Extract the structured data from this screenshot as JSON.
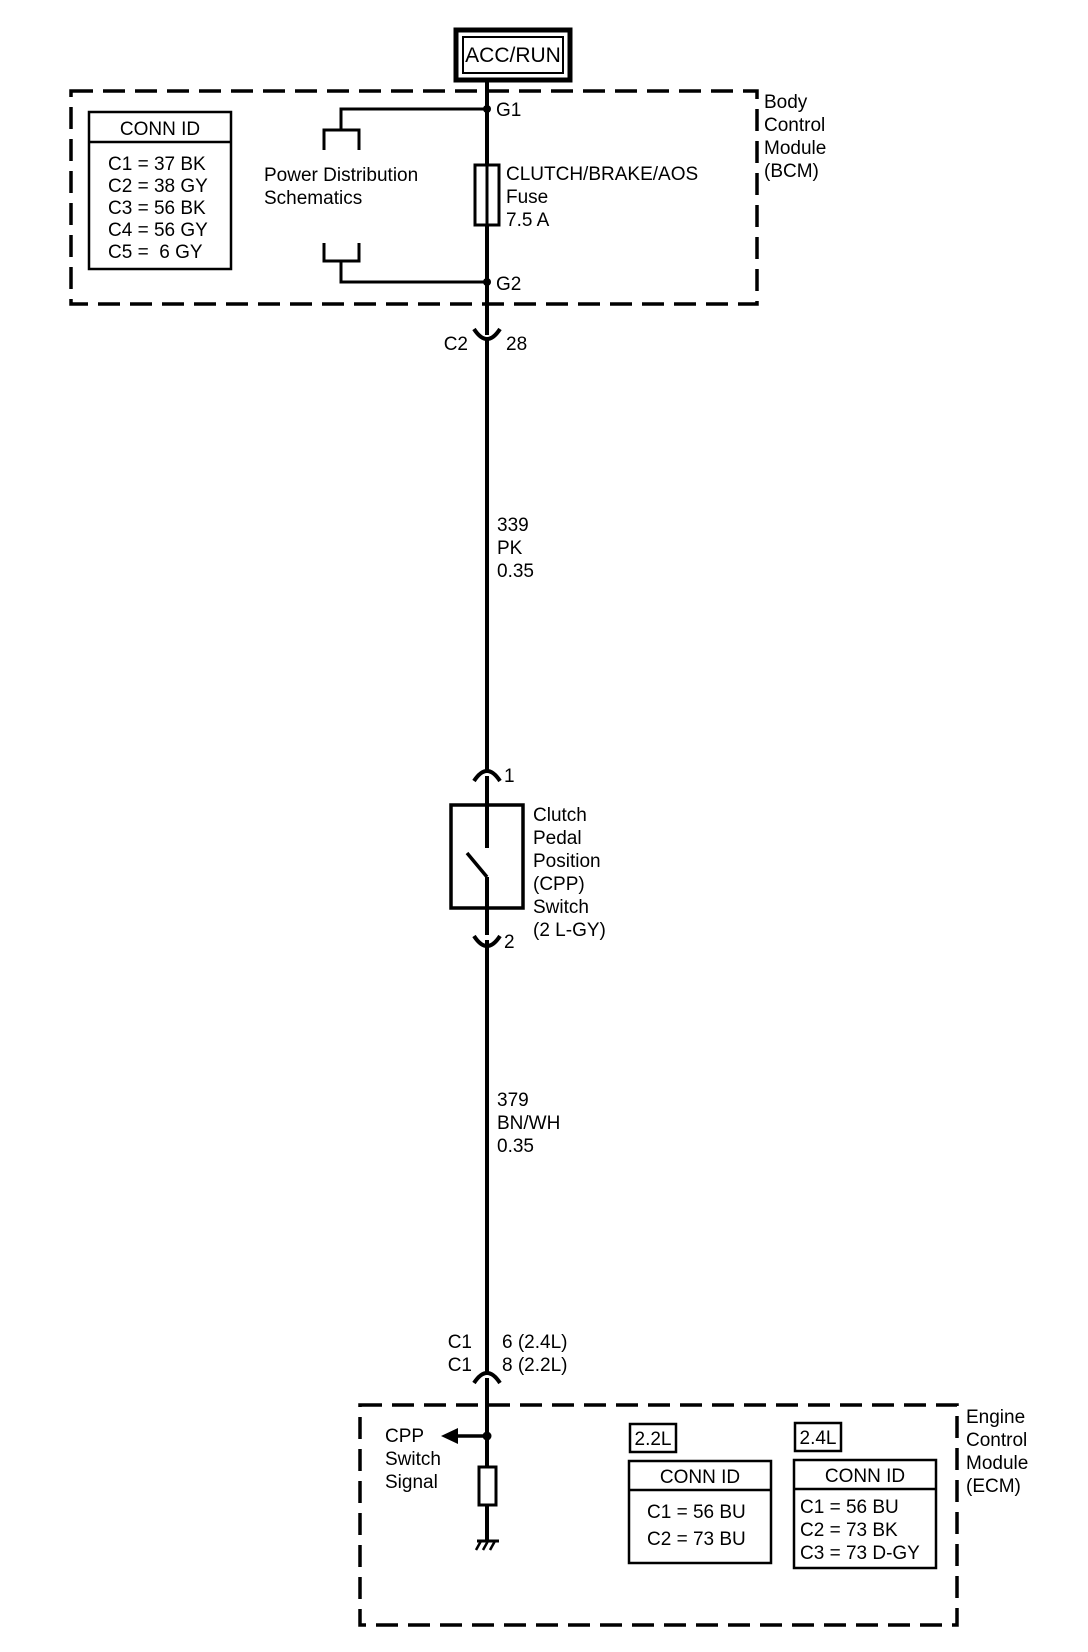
{
  "power_source": "ACC/RUN",
  "bcm": {
    "label_lines": [
      "Body",
      "Control",
      "Module",
      "(BCM)"
    ],
    "conn_id": {
      "title": "CONN ID",
      "rows": [
        "C1 = 37 BK",
        "C2 = 38 GY",
        "C3 = 56 BK",
        "C4 = 56 GY",
        "C5 =  6 GY"
      ]
    },
    "power_dist_lines": [
      "Power Distribution",
      "Schematics"
    ],
    "fuse_lines": [
      "CLUTCH/BRAKE/AOS",
      "Fuse",
      "7.5 A"
    ],
    "terminal_g1": "G1",
    "terminal_g2": "G2"
  },
  "connector_bcm": {
    "left": "C2",
    "right": "28"
  },
  "wire1_lines": [
    "339",
    "PK",
    "0.35"
  ],
  "switch": {
    "pin_top": "1",
    "pin_bottom": "2",
    "label_lines": [
      "Clutch",
      "Pedal",
      "Position",
      "(CPP)",
      "Switch",
      "(2 L-GY)"
    ]
  },
  "wire2_lines": [
    "379",
    "BN/WH",
    "0.35"
  ],
  "connector_ecm": {
    "left_lines": [
      "C1",
      "C1"
    ],
    "right_lines": [
      "6 (2.4L)",
      "8 (2.2L)"
    ]
  },
  "ecm": {
    "label_lines": [
      "Engine",
      "Control",
      "Module",
      "(ECM)"
    ],
    "signal_lines": [
      "CPP",
      "Switch",
      "Signal"
    ],
    "variants": [
      {
        "tag": "2.2L",
        "title": "CONN ID",
        "rows": [
          "C1 = 56 BU",
          "C2 = 73 BU"
        ]
      },
      {
        "tag": "2.4L",
        "title": "CONN ID",
        "rows": [
          "C1 = 56 BU",
          "C2 = 73 BK",
          "C3 = 73 D-GY"
        ]
      }
    ]
  }
}
